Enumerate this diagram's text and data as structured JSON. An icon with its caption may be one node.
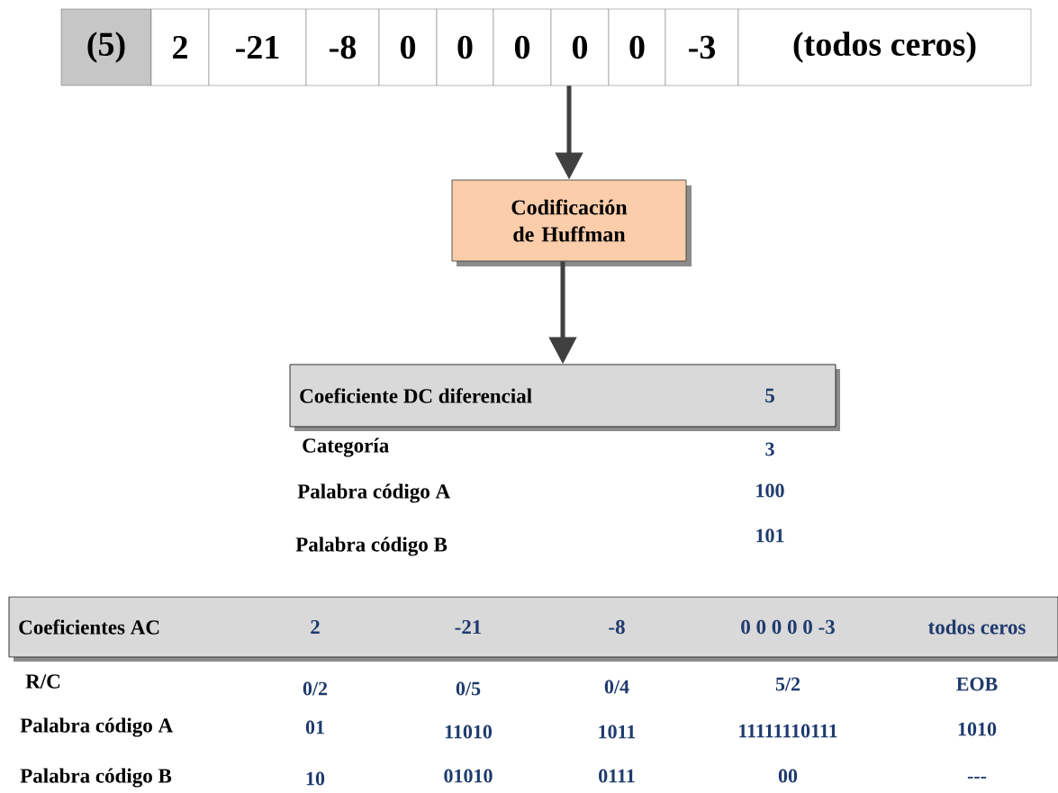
{
  "diagram": {
    "nodes": [
      {
        "text": [
          "(5)"
        ]
      },
      {
        "text": [
          "2"
        ]
      },
      {
        "text": [
          "-21"
        ]
      },
      {
        "text": [
          "-8"
        ]
      },
      {
        "text": [
          "0"
        ]
      },
      {
        "text": [
          "0"
        ]
      },
      {
        "text": [
          "0"
        ]
      },
      {
        "text": [
          "0"
        ]
      },
      {
        "text": [
          "0"
        ]
      },
      {
        "text": [
          "-3"
        ]
      },
      {
        "text": [
          "(todos ceros)"
        ]
      },
      {
        "text": [
          "Codificación de Huffman"
        ]
      },
      {
        "text": [
          "Coeficiente DC diferencial",
          "5"
        ]
      },
      {
        "text": [
          "Coeficientes AC",
          "2",
          "-21",
          "-8",
          "0 0 0 0 0 -3",
          "todos ceros"
        ]
      }
    ],
    "edges": [
      {
        "from": 7,
        "to": 11,
        "arrow": "to"
      },
      {
        "from": 11,
        "to": 12,
        "arrow": "to"
      }
    ],
    "labels": [
      "Categoría",
      "3",
      "Palabra código A",
      "100",
      "Palabra código B",
      "101",
      "R/C",
      "0/2",
      "0/5",
      "0/4",
      "5/2",
      "EOB",
      "Palabra código A",
      "01",
      "11010",
      "1011",
      "11111110111",
      "1010",
      "Palabra código B",
      "10",
      "01010",
      "0111",
      "00",
      "---"
    ]
  }
}
